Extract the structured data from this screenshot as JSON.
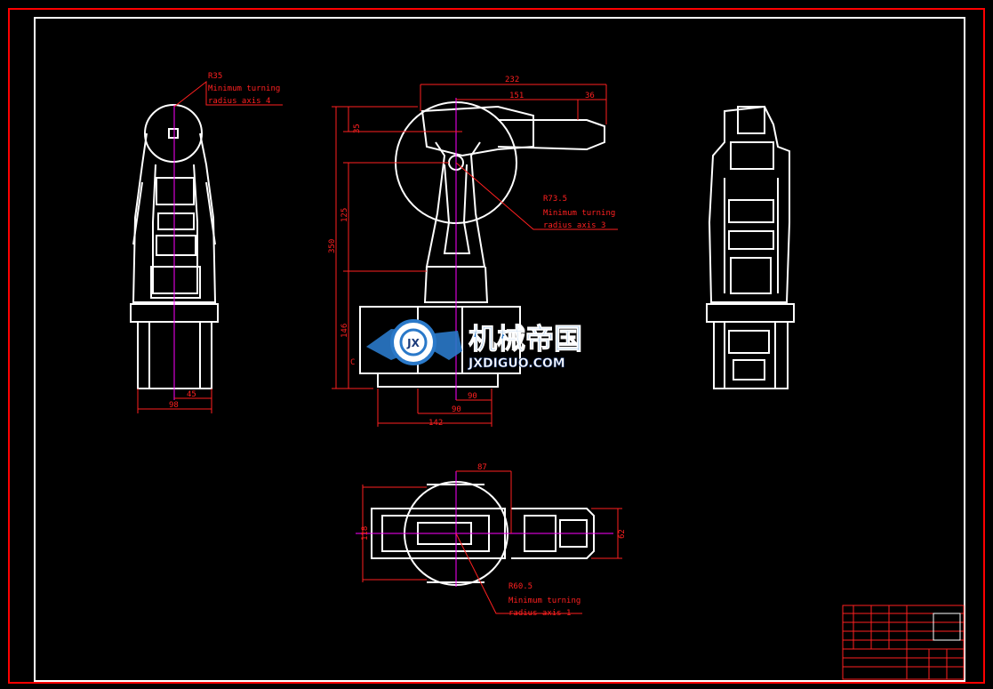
{
  "colors": {
    "background": "#000000",
    "frame": "#ff0000",
    "inner_frame": "#ffffff",
    "dimension": "#ff2020",
    "part": "#ffffff",
    "axis": "#ff00ff",
    "watermark_blue": "#2a79c9"
  },
  "side_view_left": {
    "radius_label": "R35",
    "note_line1": "Minimum turning",
    "note_line2": "radius axis 4",
    "dim_small": "45",
    "dim_width": "98"
  },
  "front_view": {
    "dim_overall_width": "232",
    "dim_arm": "151",
    "dim_tip": "36",
    "dim_top_offset": "35",
    "dim_mid": "125",
    "dim_height": "350",
    "dim_base": "146",
    "radius_label": "R73.5",
    "note_line1": "Minimum turning",
    "note_line2": "radius axis 3",
    "dim_base_a": "90",
    "dim_base_b": "90",
    "dim_base_width": "142",
    "corner_label": "C"
  },
  "top_view": {
    "dim_offset": "87",
    "dim_height_left": "118",
    "dim_height_right": "62",
    "radius_label": "R60.5",
    "note_line1": "Minimum turning",
    "note_line2": "radius axis 1"
  },
  "watermark": {
    "cn": "机械帝国",
    "en": "JXDIGUO.COM",
    "emblem": "JX"
  }
}
